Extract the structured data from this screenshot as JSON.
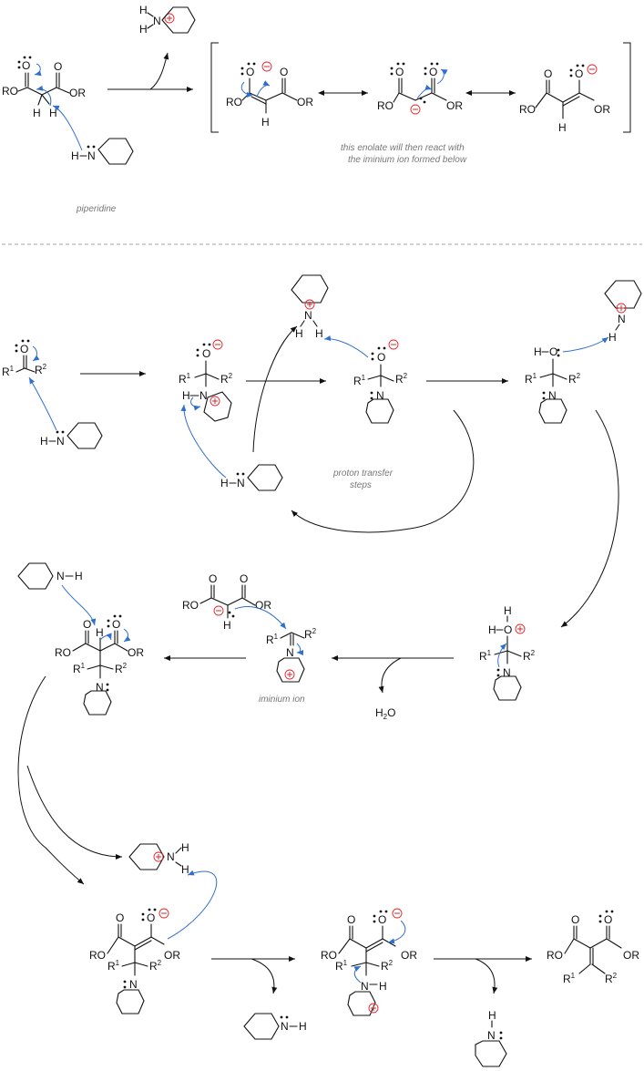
{
  "colors": {
    "bond": "#111111",
    "electron_arrow": "#2f6fd0",
    "charge": "#e0262b",
    "note_text": "#777777",
    "divider": "#9aa5ad"
  },
  "atoms": {
    "O": "O",
    "N": "N",
    "H": "H",
    "RO": "RO",
    "OR": "OR",
    "R": "R",
    "sup1": "1",
    "sup2": "2",
    "H2": "H",
    "sub2": "2"
  },
  "labels": {
    "piperidine": "piperidine",
    "enolate_note_1": "this enolate will then react with",
    "enolate_note_2": "the iminium ion formed below",
    "proton_transfer_1": "proton transfer",
    "proton_transfer_2": "steps",
    "iminium_ion": "iminium ion",
    "water": "H",
    "water_sub": "2",
    "water_o": "O"
  },
  "icons": [
    "curly-arrow-icon",
    "reaction-arrow-icon",
    "resonance-arrow-icon",
    "positive-charge-icon",
    "negative-charge-icon",
    "lone-pair-icon"
  ]
}
